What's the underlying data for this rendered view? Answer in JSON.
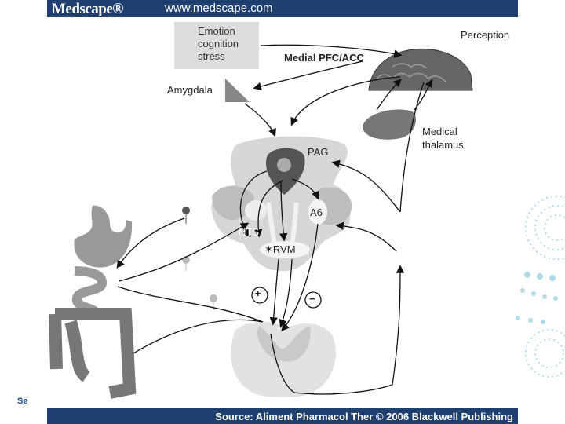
{
  "header": {
    "logo": "Medscape®",
    "url": "www.medscape.com"
  },
  "footer": {
    "source": "Source: Aliment Pharmacol Ther © 2006 Blackwell Publishing"
  },
  "labels": {
    "emotion_lines": [
      "Emotion",
      "cognition",
      "stress"
    ],
    "perception": "Perception",
    "medial_pfc": "Medial PFC/ACC",
    "amygdala": "Amygdala",
    "medical_thalamus_1": "Medical",
    "medical_thalamus_2": "thalamus",
    "pag": "PAG",
    "a6": "A6",
    "nts": "NTS",
    "rvm": "✶RVM",
    "plus": "+",
    "minus": "−"
  },
  "partial_logo": "Se",
  "colors": {
    "bar": "#1f3f6e",
    "accent": "#6fb8cf"
  }
}
